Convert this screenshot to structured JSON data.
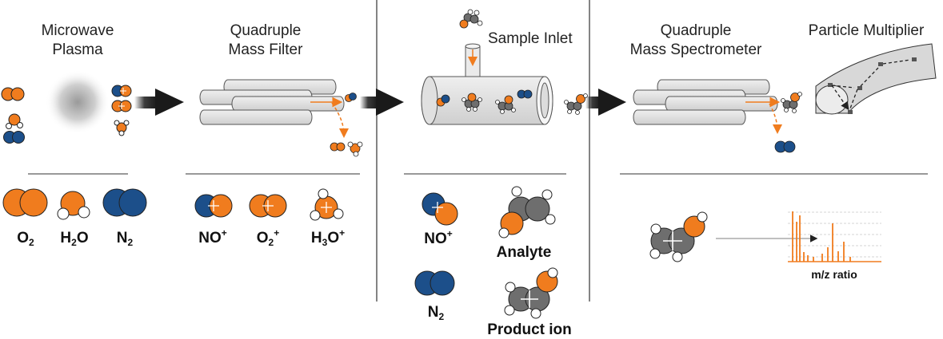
{
  "stages": {
    "plasma": {
      "title_line1": "Microwave",
      "title_line2": "Plasma"
    },
    "filter": {
      "title_line1": "Quadruple",
      "title_line2": "Mass Filter"
    },
    "inlet": {
      "title": "Sample Inlet"
    },
    "spectrometer": {
      "title_line1": "Quadruple",
      "title_line2": "Mass Spectrometer"
    },
    "multiplier": {
      "title": "Particle Multiplier"
    }
  },
  "legend_plasma": {
    "o2": {
      "main": "O",
      "sub": "2"
    },
    "h2o": {
      "a": "H",
      "sub": "2",
      "b": "O"
    },
    "n2": {
      "main": "N",
      "sub": "2"
    }
  },
  "legend_filter": {
    "no": {
      "main": "NO",
      "sup": "+"
    },
    "o2": {
      "main": "O",
      "sub": "2",
      "sup": "+"
    },
    "h3o": {
      "a": "H",
      "sub": "3",
      "b": "O",
      "sup": "+"
    }
  },
  "legend_inlet": {
    "no": {
      "main": "NO",
      "sup": "+"
    },
    "n2": {
      "main": "N",
      "sub": "2"
    },
    "analyte": "Analyte",
    "product": "Product ion"
  },
  "spectrum": {
    "xlabel": "m/z ratio"
  },
  "colors": {
    "orange": "#f07c1e",
    "blue": "#1c4f8a",
    "gray": "#6e6e6e",
    "white": "#ffffff",
    "arrow": "#1a1a1a"
  }
}
